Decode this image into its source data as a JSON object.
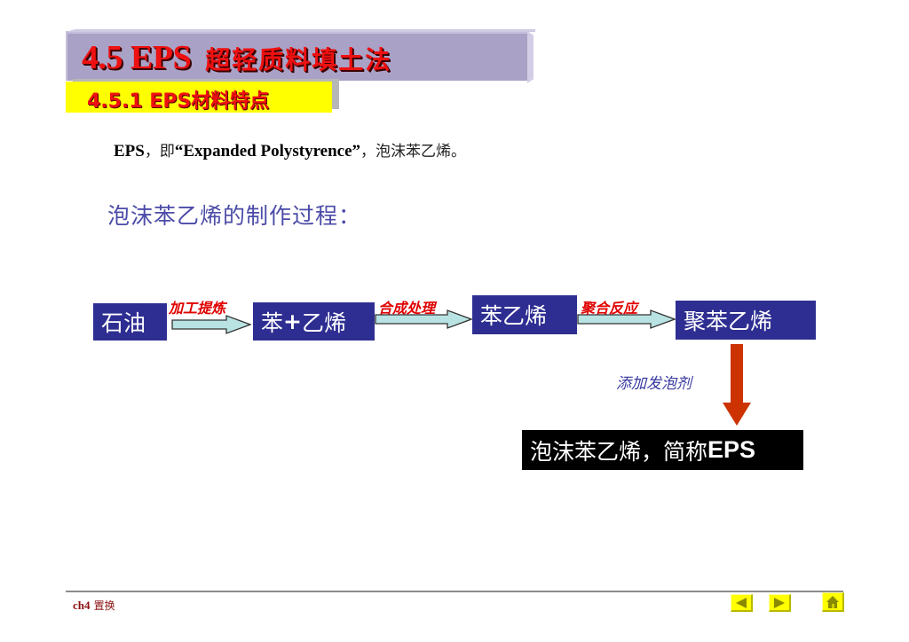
{
  "header": {
    "title_number": "4.5 EPS",
    "title_text": "超轻质料填土法",
    "subtitle": "4.5.1 EPS材料特点"
  },
  "intro": {
    "term": "EPS",
    "sep1": "，即",
    "english": "“Expanded Polystyrence”",
    "sep2": "，",
    "chinese": "泡沫苯乙烯。"
  },
  "section_heading": "泡沫苯乙烯的制作过程：",
  "flow": {
    "nodes": [
      {
        "label": "石油"
      },
      {
        "label_a": "苯",
        "label_plus": "+",
        "label_b": "乙烯"
      },
      {
        "label": "苯乙烯"
      },
      {
        "label": "聚苯乙烯"
      }
    ],
    "arrows": [
      {
        "label": "加工提炼"
      },
      {
        "label": "合成处理"
      },
      {
        "label": "聚合反应"
      }
    ],
    "down_arrow_label": "添加发泡剂",
    "result": {
      "label_cn": "泡沫苯乙烯，简称",
      "label_en": "EPS"
    }
  },
  "colors": {
    "title_red": "#ee1111",
    "title_box": "#a9a2c6",
    "subtitle_bg": "#ffff00",
    "node_bg": "#2e2e92",
    "arrow_fill": "#b9e3e3",
    "down_arrow": "#cc3300",
    "result_bg": "#000000",
    "heading_blue": "#4b4ba8"
  },
  "footer": {
    "chapter": "ch4",
    "chapter_title": "置换",
    "nav": {
      "prev_icon": "triangle-left",
      "next_icon": "triangle-right",
      "home_icon": "house"
    }
  }
}
